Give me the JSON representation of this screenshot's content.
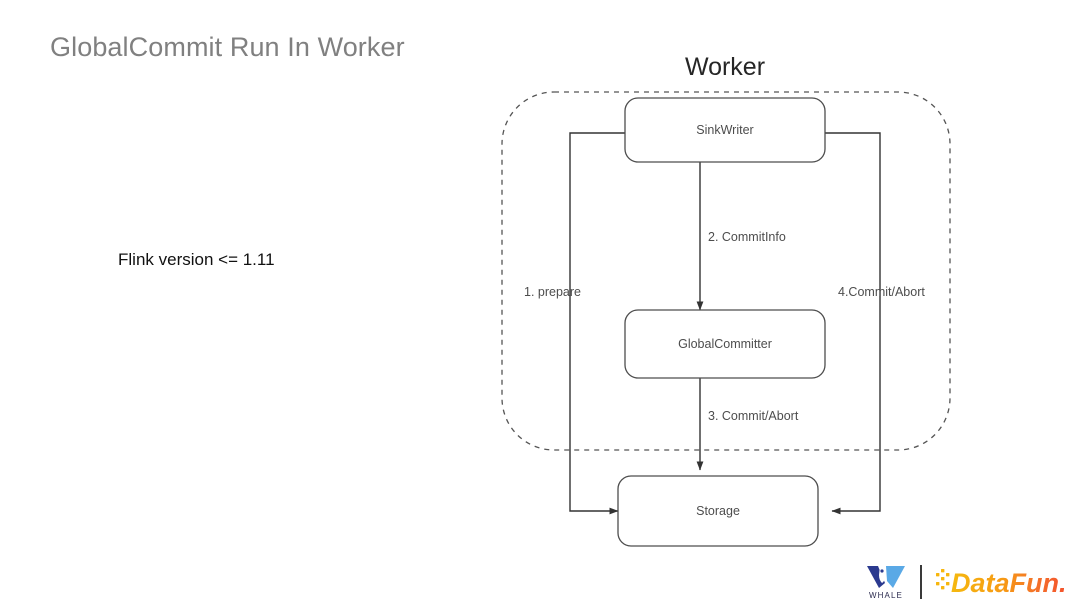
{
  "slide": {
    "title": "GlobalCommit Run In Worker",
    "title_color": "#808080",
    "background_color": "#ffffff",
    "caption": "Flink version <= 1.11"
  },
  "diagram": {
    "container_label": "Worker",
    "container_style": "dashed-rounded-rectangle",
    "nodes": [
      {
        "id": "sinkwriter",
        "label": "SinkWriter"
      },
      {
        "id": "globalcommitter",
        "label": "GlobalCommitter"
      },
      {
        "id": "storage",
        "label": "Storage"
      }
    ],
    "edges": [
      {
        "id": "e1",
        "label": "1. prepare",
        "from": "sinkwriter",
        "to": "storage",
        "side": "left"
      },
      {
        "id": "e2",
        "label": "2. CommitInfo",
        "from": "sinkwriter",
        "to": "globalcommitter",
        "side": "center"
      },
      {
        "id": "e3",
        "label": "3. Commit/Abort",
        "from": "globalcommitter",
        "to": "storage",
        "side": "center"
      },
      {
        "id": "e4",
        "label": "4.Commit/Abort",
        "from": "sinkwriter",
        "to": "storage",
        "side": "right"
      }
    ],
    "colors": {
      "node_stroke": "#4d4d4d",
      "node_fill": "#ffffff",
      "link_stroke": "#333333",
      "container_stroke": "#555555",
      "label_text": "#4d4d4d"
    }
  },
  "footer": {
    "whale": {
      "name": "WHALE",
      "color_dark": "#2b3a8f",
      "color_light": "#5aa9e6"
    },
    "datafun": {
      "name": "DataFun.",
      "color_start": "#f5b90f",
      "color_end": "#f4522c"
    }
  }
}
